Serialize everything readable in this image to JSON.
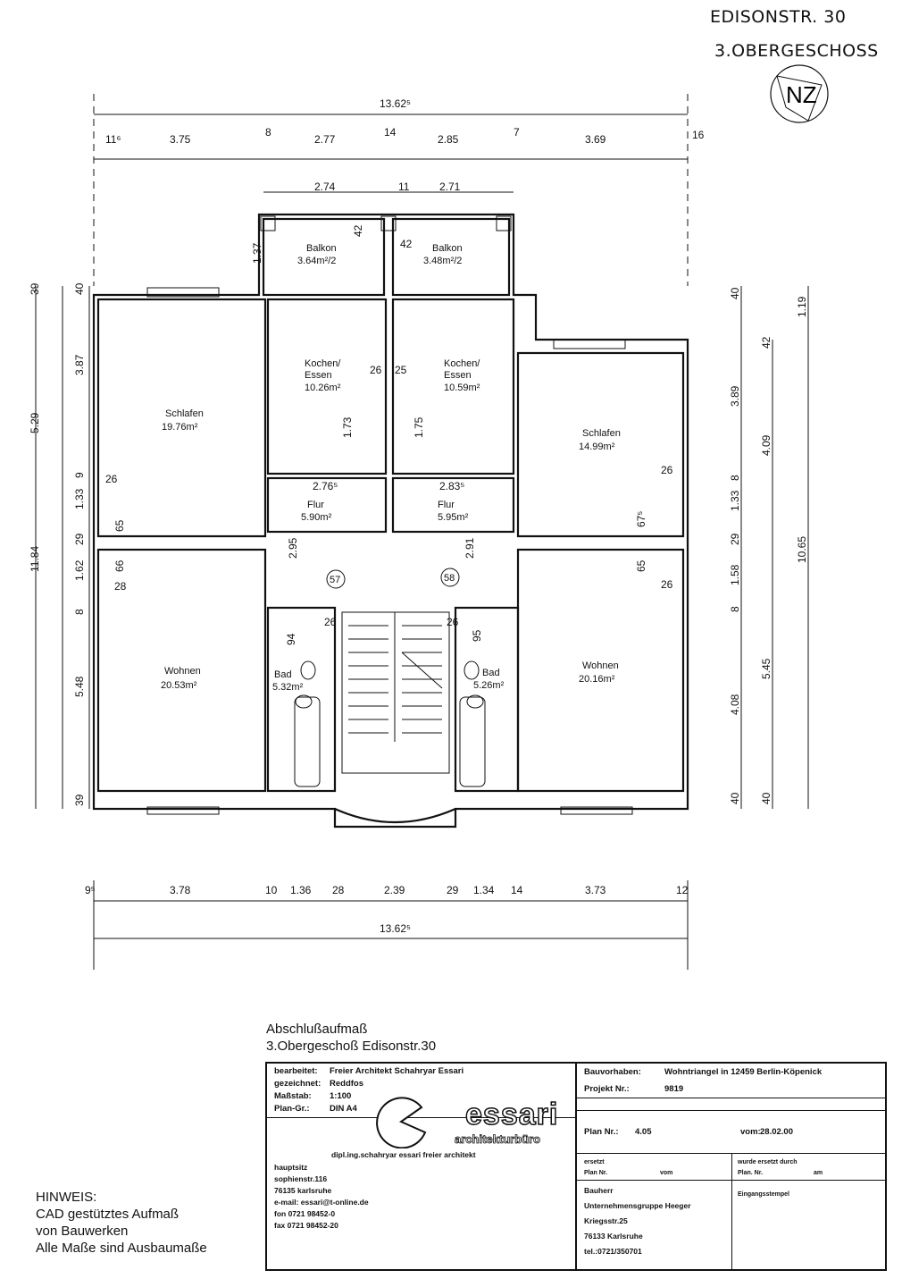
{
  "header": {
    "street": "EDISONSTR. 30",
    "floor": "3.OBERGESCHOSS",
    "north_symbol": "NZ"
  },
  "rooms": {
    "balkon_l": {
      "name": "Balkon",
      "area": "3.64m²/2"
    },
    "balkon_r": {
      "name": "Balkon",
      "area": "3.48m²/2"
    },
    "schlafen_l": {
      "name": "Schlafen",
      "area": "19.76m²"
    },
    "kochen_l": {
      "name": "Kochen/",
      "name2": "Essen",
      "area": "10.26m²"
    },
    "kochen_r": {
      "name": "Kochen/",
      "name2": "Essen",
      "area": "10.59m²"
    },
    "schlafen_r": {
      "name": "Schlafen",
      "area": "14.99m²"
    },
    "flur_l": {
      "name": "Flur",
      "area": "5.90m²"
    },
    "flur_r": {
      "name": "Flur",
      "area": "5.95m²"
    },
    "wohnen_l": {
      "name": "Wohnen",
      "area": "20.53m²"
    },
    "wohnen_r": {
      "name": "Wohnen",
      "area": "20.16m²"
    },
    "bad_l": {
      "name": "Bad",
      "area": "5.32m²"
    },
    "bad_r": {
      "name": "Bad",
      "area": "5.26m²"
    },
    "unit_l": "57",
    "unit_r": "58"
  },
  "dims": {
    "top_total": "13.62⁵",
    "top_chain": [
      "11⁶",
      "3.75",
      "8",
      "2.77",
      "14",
      "2.85",
      "7",
      "3.69",
      "16"
    ],
    "balcony_chain": [
      "2.74",
      "11",
      "2.71"
    ],
    "balcony_misc": [
      "1.37",
      "42",
      "42"
    ],
    "interior": [
      "26",
      "25",
      "1.73",
      "1.75",
      "2.76⁵",
      "2.83⁵",
      "2.95",
      "2.91",
      "26",
      "65",
      "66",
      "28",
      "94",
      "26",
      "26",
      "95",
      "26",
      "67⁵",
      "65",
      "26"
    ],
    "left_outer": [
      "39",
      "5.29",
      "11.84"
    ],
    "left_inner": [
      "40",
      "3.87",
      "9",
      "1.33",
      "29",
      "1.62",
      "8",
      "5.48",
      "39"
    ],
    "right_inner": [
      "40",
      "3.89",
      "8",
      "1.33",
      "29",
      "1.58",
      "8",
      "4.08",
      "40"
    ],
    "right_mid": [
      "42",
      "4.09",
      "5.45",
      "40"
    ],
    "right_outer": [
      "1.19",
      "10.65"
    ],
    "bottom_chain": [
      "9⁵",
      "3.78",
      "10",
      "1.36",
      "28",
      "2.39",
      "29",
      "1.34",
      "14",
      "3.73",
      "12"
    ],
    "bottom_total": "13.62⁵"
  },
  "subtitle": {
    "line1": "Abschlußaufmaß",
    "line2": "3.Obergeschoß Edisonstr.30"
  },
  "titleblock": {
    "bearbeitet_label": "bearbeitet:",
    "bearbeitet": "Freier Architekt Schahryar Essari",
    "gezeichnet_label": "gezeichnet:",
    "gezeichnet": "Reddfos",
    "massstab_label": "Maßstab:",
    "massstab": "1:100",
    "plangr_label": "Plan-Gr.:",
    "plangr": "DIN A4",
    "logo_word": "essari",
    "logo_sub": "architekturbüro",
    "architect_line": "dipl.ing.schahryar essari freier architekt",
    "address": [
      "hauptsitz",
      "sophienstr.116",
      "76135 karlsruhe",
      "e-mail: essari@t-online.de",
      "fon 0721 98452-0",
      "fax 0721 98452-20"
    ],
    "bauvorhaben_label": "Bauvorhaben:",
    "bauvorhaben": "Wohntriangel in 12459 Berlin-Köpenick",
    "projekt_label": "Projekt Nr.:",
    "projekt": "9819",
    "plan_label": "Plan Nr.:",
    "plan": "4.05",
    "vom_label": "vom:",
    "vom": "28.02.00",
    "ersetzt": "ersetzt",
    "plan_nr_small": "Plan Nr.",
    "vom_small": "vom",
    "ersetzt_durch": "wurde ersetzt durch",
    "plan_nr_small2": "Plan. Nr.",
    "am_small": "am",
    "bauherr": [
      "Bauherr",
      "Unternehmensgruppe Heeger",
      "Kriegsstr.25",
      "76133 Karlsruhe",
      "tel.:0721/350701"
    ],
    "eingang": "Eingangsstempel"
  },
  "note": [
    "HINWEIS:",
    "CAD gestütztes Aufmaß",
    "von Bauwerken",
    "Alle Maße sind Ausbaumaße"
  ]
}
